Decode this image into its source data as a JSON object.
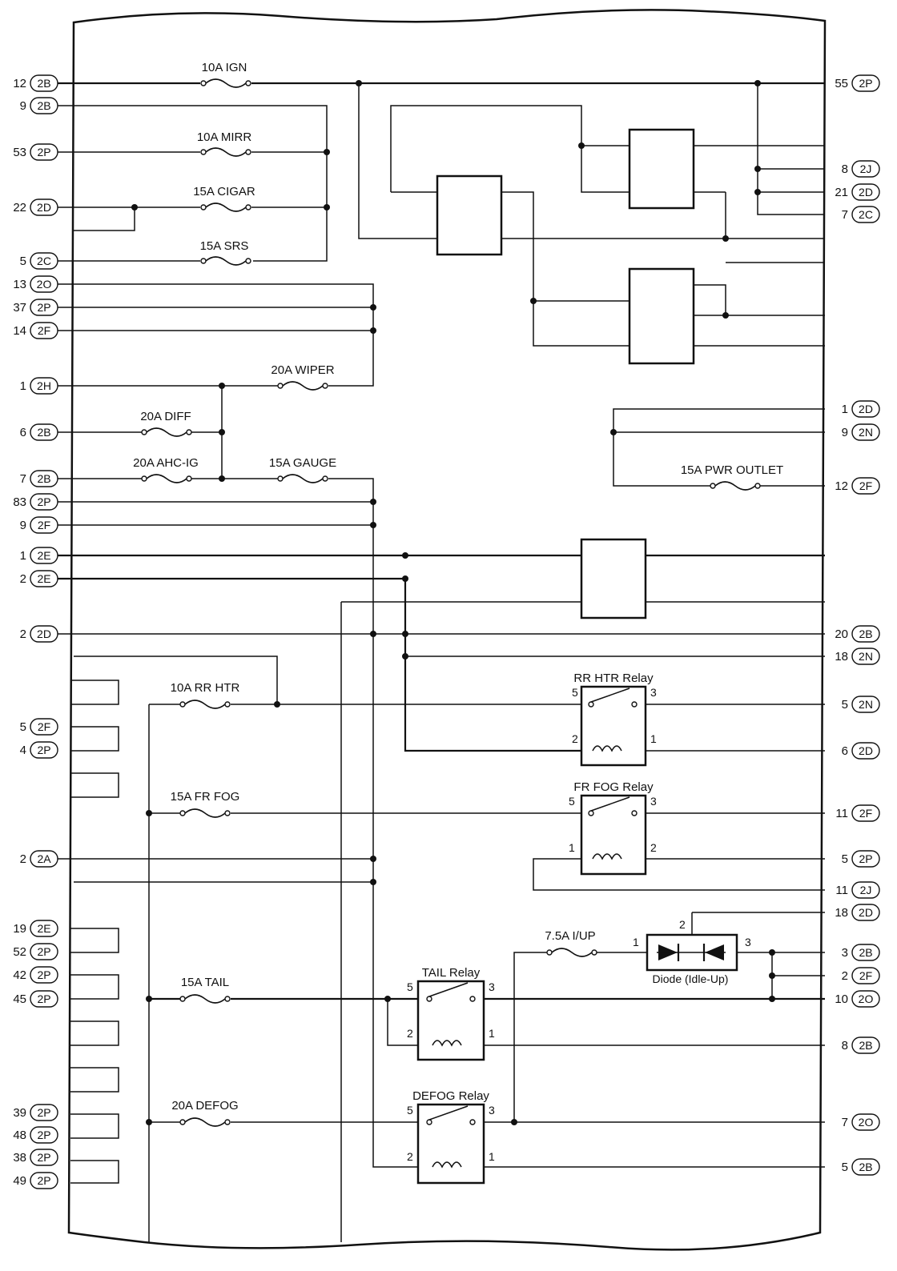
{
  "fuses": {
    "ign": "10A IGN",
    "mirr": "10A MIRR",
    "cigar": "15A CIGAR",
    "srs": "15A SRS",
    "wiper": "20A WIPER",
    "diff": "20A DIFF",
    "ahc": "20A AHC-IG",
    "gauge": "15A GAUGE",
    "pwr": "15A PWR OUTLET",
    "rrhtr": "10A RR HTR",
    "frfog": "15A FR FOG",
    "iup": "7.5A I/UP",
    "tail": "15A TAIL",
    "defog": "20A DEFOG"
  },
  "relays": {
    "rrhtr": {
      "title": "RR HTR Relay",
      "p5": "5",
      "p3": "3",
      "p2": "2",
      "p1": "1"
    },
    "frfog": {
      "title": "FR FOG Relay",
      "p5": "5",
      "p3": "3",
      "p1": "1",
      "p2": "2"
    },
    "tail": {
      "title": "TAIL Relay",
      "p5": "5",
      "p3": "3",
      "p2": "2",
      "p1": "1"
    },
    "defog": {
      "title": "DEFOG Relay",
      "p5": "5",
      "p3": "3",
      "p2": "2",
      "p1": "1"
    }
  },
  "diode": {
    "label": "Diode (Idle-Up)",
    "p1": "1",
    "p2": "2",
    "p3": "3"
  },
  "left_terminals": [
    {
      "num": "12",
      "conn": "2B"
    },
    {
      "num": "9",
      "conn": "2B"
    },
    {
      "num": "53",
      "conn": "2P"
    },
    {
      "num": "22",
      "conn": "2D"
    },
    {
      "num": "5",
      "conn": "2C"
    },
    {
      "num": "13",
      "conn": "2O"
    },
    {
      "num": "37",
      "conn": "2P"
    },
    {
      "num": "14",
      "conn": "2F"
    },
    {
      "num": "1",
      "conn": "2H"
    },
    {
      "num": "6",
      "conn": "2B"
    },
    {
      "num": "7",
      "conn": "2B"
    },
    {
      "num": "83",
      "conn": "2P"
    },
    {
      "num": "9",
      "conn": "2F"
    },
    {
      "num": "1",
      "conn": "2E"
    },
    {
      "num": "2",
      "conn": "2E"
    },
    {
      "num": "2",
      "conn": "2D"
    },
    {
      "num": "5",
      "conn": "2F"
    },
    {
      "num": "4",
      "conn": "2P"
    },
    {
      "num": "2",
      "conn": "2A"
    },
    {
      "num": "19",
      "conn": "2E"
    },
    {
      "num": "52",
      "conn": "2P"
    },
    {
      "num": "42",
      "conn": "2P"
    },
    {
      "num": "45",
      "conn": "2P"
    },
    {
      "num": "39",
      "conn": "2P"
    },
    {
      "num": "48",
      "conn": "2P"
    },
    {
      "num": "38",
      "conn": "2P"
    },
    {
      "num": "49",
      "conn": "2P"
    }
  ],
  "right_terminals": [
    {
      "num": "55",
      "conn": "2P"
    },
    {
      "num": "8",
      "conn": "2J"
    },
    {
      "num": "21",
      "conn": "2D"
    },
    {
      "num": "7",
      "conn": "2C"
    },
    {
      "num": "1",
      "conn": "2D"
    },
    {
      "num": "9",
      "conn": "2N"
    },
    {
      "num": "12",
      "conn": "2F"
    },
    {
      "num": "20",
      "conn": "2B"
    },
    {
      "num": "18",
      "conn": "2N"
    },
    {
      "num": "5",
      "conn": "2N"
    },
    {
      "num": "6",
      "conn": "2D"
    },
    {
      "num": "11",
      "conn": "2F"
    },
    {
      "num": "5",
      "conn": "2P"
    },
    {
      "num": "11",
      "conn": "2J"
    },
    {
      "num": "18",
      "conn": "2D"
    },
    {
      "num": "3",
      "conn": "2B"
    },
    {
      "num": "2",
      "conn": "2F"
    },
    {
      "num": "10",
      "conn": "2O"
    },
    {
      "num": "8",
      "conn": "2B"
    },
    {
      "num": "7",
      "conn": "2O"
    },
    {
      "num": "5",
      "conn": "2B"
    }
  ]
}
